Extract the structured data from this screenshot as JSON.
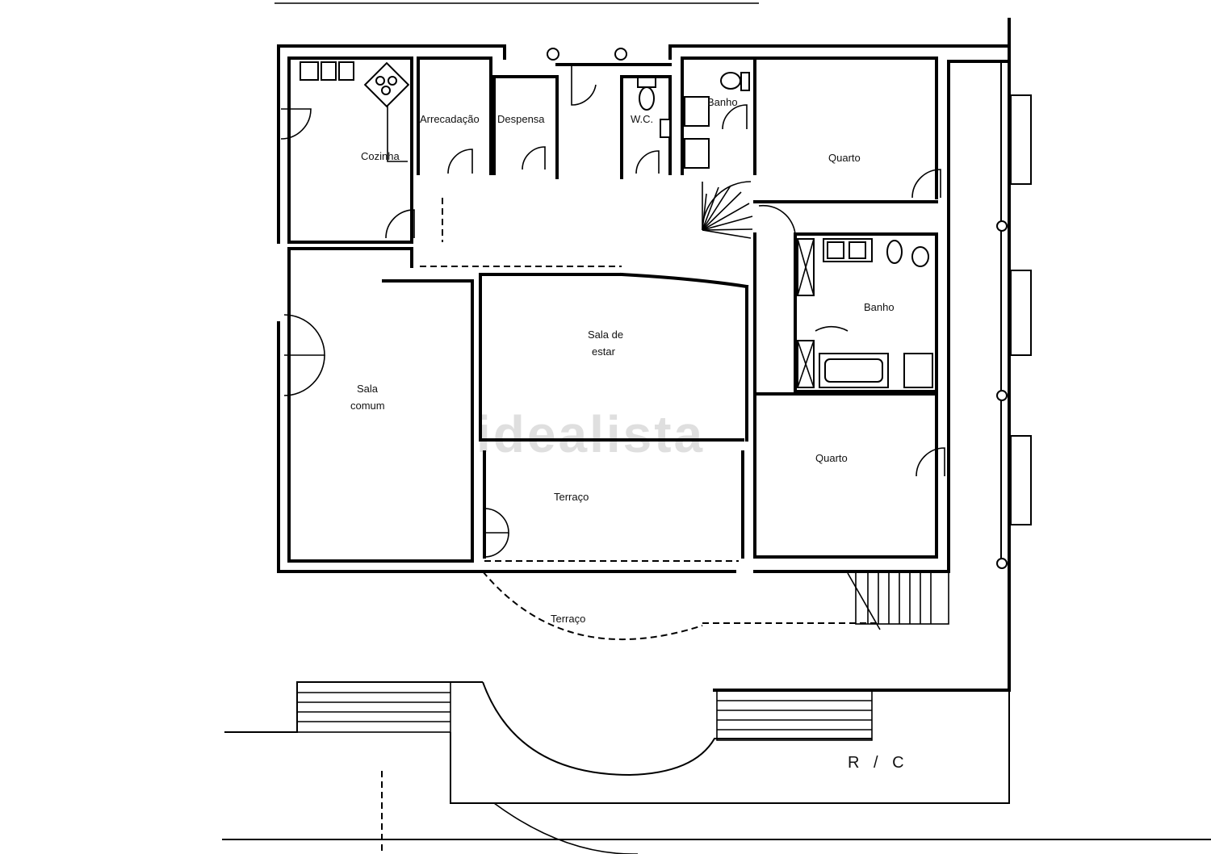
{
  "plan": {
    "rooms": {
      "cozinha": "Cozinha",
      "arrecadacao": "Arrecadação",
      "despensa": "Despensa",
      "wc": "W.C.",
      "banho_top": "Banho",
      "quarto_top": "Quarto",
      "banho_right": "Banho",
      "sala_estar_1": "Sala de",
      "sala_estar_2": "estar",
      "sala_comum_1": "Sala",
      "sala_comum_2": "comum",
      "quarto_right": "Quarto",
      "terraco_inner": "Terraço",
      "terraco_outer": "Terraço"
    },
    "level": "R / C",
    "watermark": "idealista"
  }
}
